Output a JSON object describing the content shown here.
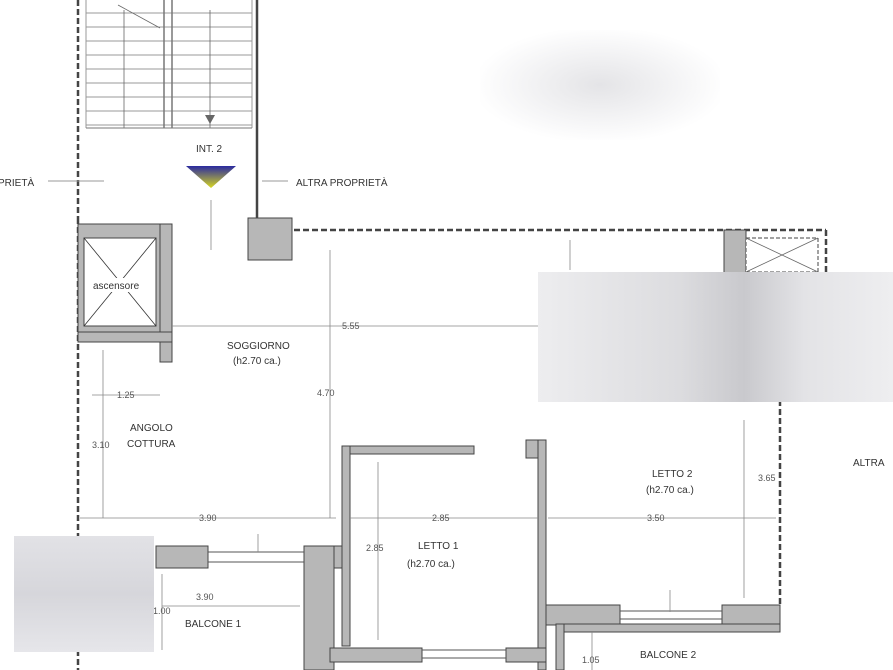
{
  "staircase": {
    "entrance_label": "INT. 2"
  },
  "property": {
    "left_label": "PRIETÀ",
    "right_label": "ALTRA PROPRIETÀ",
    "far_right_label": "ALTRA"
  },
  "rooms": {
    "elevator": "ascensore",
    "living_name": "SOGGIORNO",
    "living_height": "(h2.70 ca.)",
    "kitchen_line1": "ANGOLO",
    "kitchen_line2": "COTTURA",
    "bed2_name": "LETTO 2",
    "bed2_height": "(h2.70 ca.)",
    "bed1_name": "LETTO 1",
    "bed1_height": "(h2.70 ca.)",
    "balcony1": "BALCONE 1",
    "balcony2": "BALCONE 2"
  },
  "dimensions": {
    "living_width": "5.55",
    "living_depth": "4.70",
    "kitchen_width": "1.25",
    "kitchen_depth": "3.10",
    "left_width": "3.90",
    "bed1_width": "2.85",
    "bed1_depth": "2.85",
    "bed2_width": "3.50",
    "bed2_depth": "3.65",
    "balcony1_width": "3.90",
    "balcony1_depth": "1.00",
    "balcony2_depth": "1.05"
  },
  "colors": {
    "wall_fill": "#b7b7b7",
    "wall_stroke": "#444444",
    "arrow_top": "#2a2aa0",
    "arrow_bottom": "#d8d820"
  }
}
